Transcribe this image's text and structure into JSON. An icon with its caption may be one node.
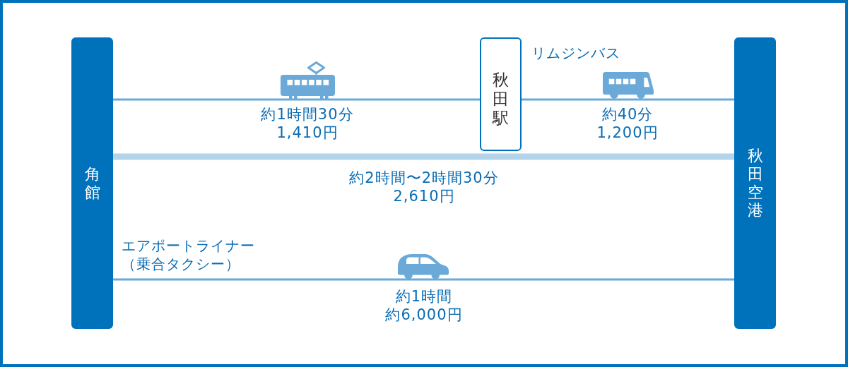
{
  "diagram": {
    "nodes": [
      {
        "text": [
          "角館"
        ]
      },
      {
        "text": [
          "秋田駅"
        ]
      },
      {
        "text": [
          "秋田空港"
        ]
      }
    ],
    "edges": [
      {
        "from": 0,
        "to": 1,
        "arrow": "none",
        "label": "約1時間30分1,410円"
      },
      {
        "from": 1,
        "to": 2,
        "arrow": "none",
        "label": "約40分1,200円"
      },
      {
        "from": 0,
        "to": 2,
        "arrow": "none",
        "label": "約2時間〜2時間30分2,610円",
        "style": "thick",
        "color": "#b3d4ea"
      },
      {
        "from": 0,
        "to": 2,
        "arrow": "none",
        "label": "約1時間約6,000円"
      }
    ],
    "labels": [
      "リムジンバス",
      "エアポートライナー（乗合タクシー）"
    ]
  }
}
